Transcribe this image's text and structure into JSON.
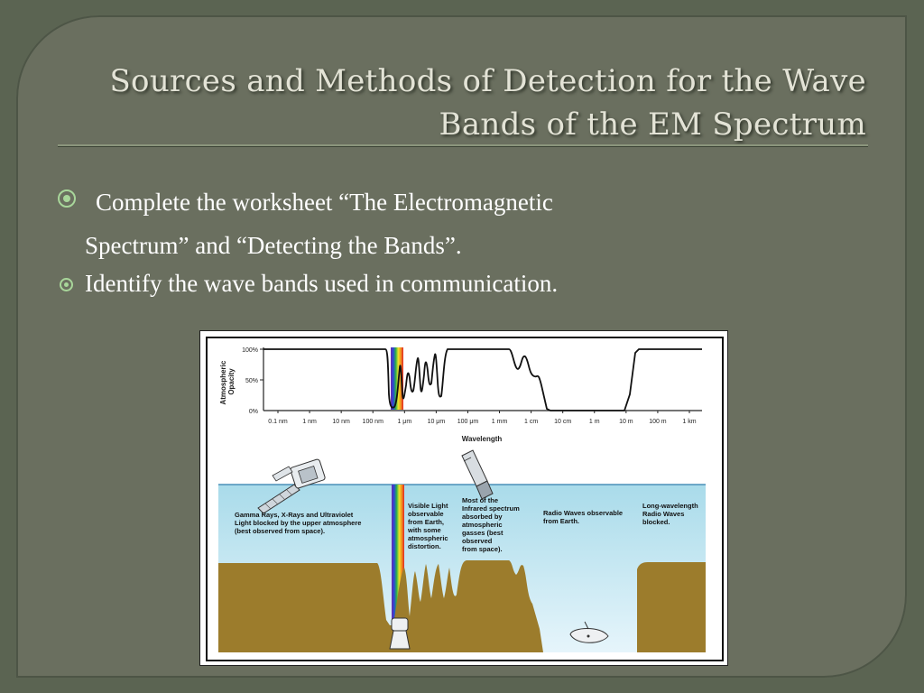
{
  "slide": {
    "title_line1": "Sources and Methods of Detection for the Wave",
    "title_line2": "Bands of the EM Spectrum",
    "bullets": [
      {
        "line1": "Complete the worksheet  “The Electromagnetic",
        "line2": "Spectrum” and “Detecting the Bands”."
      },
      {
        "line1": "Identify the wave bands used in communication."
      }
    ]
  },
  "figure": {
    "ylabel": "Atmospheric Opacity",
    "xlabel": "Wavelength",
    "yticks": [
      "100%",
      "50%",
      "0%"
    ],
    "xticks": [
      "0.1 nm",
      "1 nm",
      "10 nm",
      "100 nm",
      "1 μm",
      "10 μm",
      "100 μm",
      "1 mm",
      "1 cm",
      "10 cm",
      "1 m",
      "10 m",
      "100 m",
      "1 km"
    ],
    "notes": {
      "gamma": [
        "Gamma Rays, X-Rays and Ultraviolet",
        "Light blocked by the upper atmosphere",
        "(best observed from space)."
      ],
      "visible": [
        "Visible Light",
        "observable",
        "from Earth,",
        "with some",
        "atmospheric",
        "distortion."
      ],
      "infrared": [
        "Most of the",
        "Infrared spectrum",
        "absorbed by",
        "atmospheric",
        "gasses (best",
        "observed",
        "from space)."
      ],
      "radio": [
        "Radio Waves observable",
        "from Earth."
      ],
      "longwave": [
        "Long-wavelength",
        "Radio Waves",
        "blocked."
      ]
    },
    "colors": {
      "sky_top": "#a9dbea",
      "sky_bottom": "#e6f5fb",
      "ground": "#9c7c2c"
    }
  }
}
